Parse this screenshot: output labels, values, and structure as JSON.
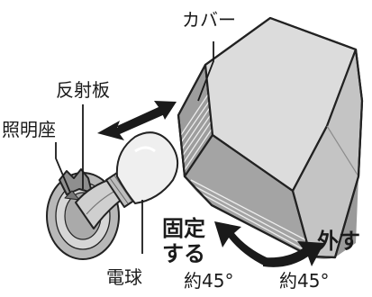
{
  "labels": {
    "cover": "カバー",
    "reflector": "反射板",
    "socket": "照明座",
    "bulb": "電球",
    "fix": "固定",
    "do": "する",
    "remove": "外す",
    "angle_left": "約45°",
    "angle_right": "約45°"
  }
}
